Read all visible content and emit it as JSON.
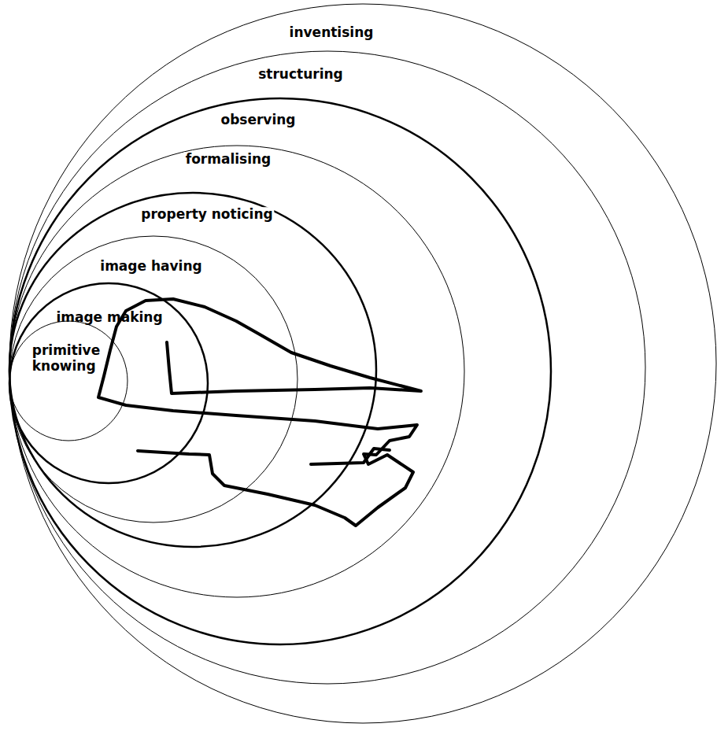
{
  "diagram": {
    "nodes": [
      {
        "text": [
          "inventising"
        ]
      },
      {
        "text": [
          "structuring"
        ],
        "in": 0
      },
      {
        "text": [
          "observing"
        ],
        "in": 1
      },
      {
        "text": [
          "formalising"
        ],
        "in": 2
      },
      {
        "text": [
          "property noticing"
        ],
        "in": 3
      },
      {
        "text": [
          "image having"
        ],
        "in": 4
      },
      {
        "text": [
          "image making"
        ],
        "in": 5
      },
      {
        "text": [
          "primitive knowing"
        ],
        "in": 6
      }
    ]
  }
}
